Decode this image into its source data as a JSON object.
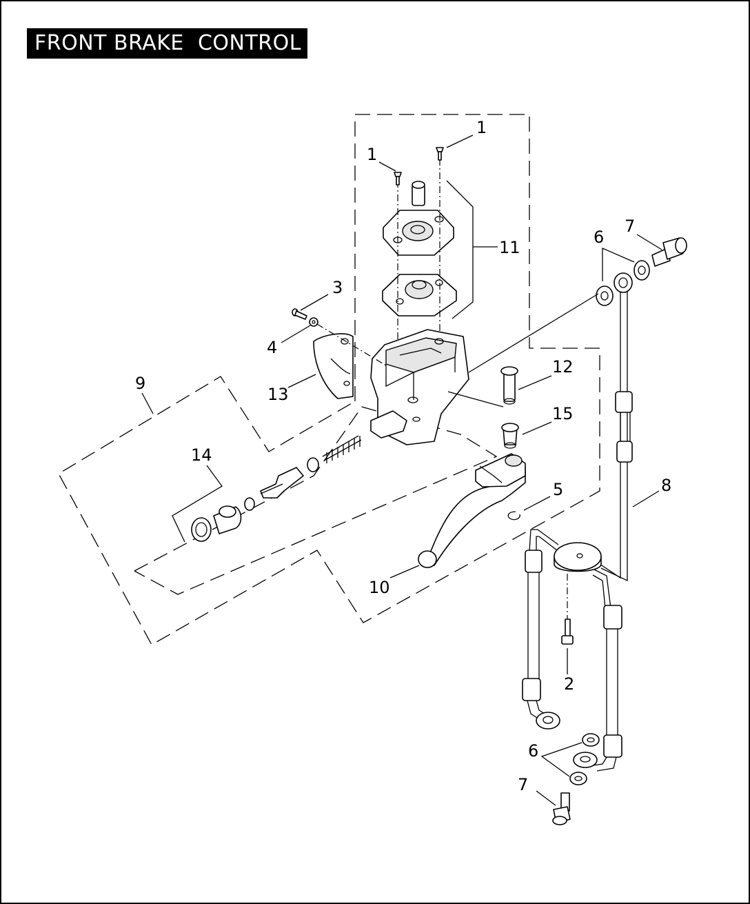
{
  "title": "FRONT BRAKE  CONTROL",
  "callouts": [
    {
      "id": "c1a",
      "label": "1"
    },
    {
      "id": "c1b",
      "label": "1"
    },
    {
      "id": "c2",
      "label": "2"
    },
    {
      "id": "c3",
      "label": "3"
    },
    {
      "id": "c4",
      "label": "4"
    },
    {
      "id": "c5",
      "label": "5"
    },
    {
      "id": "c6a",
      "label": "6"
    },
    {
      "id": "c6b",
      "label": "6"
    },
    {
      "id": "c7a",
      "label": "7"
    },
    {
      "id": "c7b",
      "label": "7"
    },
    {
      "id": "c8",
      "label": "8"
    },
    {
      "id": "c9",
      "label": "9"
    },
    {
      "id": "c10",
      "label": "10"
    },
    {
      "id": "c11",
      "label": "11"
    },
    {
      "id": "c12",
      "label": "12"
    },
    {
      "id": "c13",
      "label": "13"
    },
    {
      "id": "c14",
      "label": "14"
    },
    {
      "id": "c15",
      "label": "15"
    }
  ]
}
